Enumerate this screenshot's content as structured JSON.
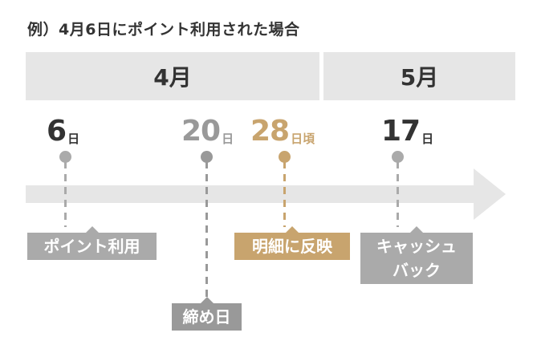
{
  "title": "例）4月6日にポイント利用された場合",
  "colors": {
    "dark": "#333333",
    "gray_light": "#aaaaaa",
    "gray_mid": "#999999",
    "gold": "#c8a46e",
    "band": "#e6e6e6"
  },
  "months": [
    {
      "label": "4月"
    },
    {
      "label": "5月"
    }
  ],
  "events": [
    {
      "num": "6",
      "unit": "日",
      "label": "ポイント利用"
    },
    {
      "num": "20",
      "unit": "日",
      "label": "締め日"
    },
    {
      "num": "28",
      "unit": "日頃",
      "label": "明細に反映"
    },
    {
      "num": "17",
      "unit": "日",
      "label_line1": "キャッシュ",
      "label_line2": "バック"
    }
  ]
}
